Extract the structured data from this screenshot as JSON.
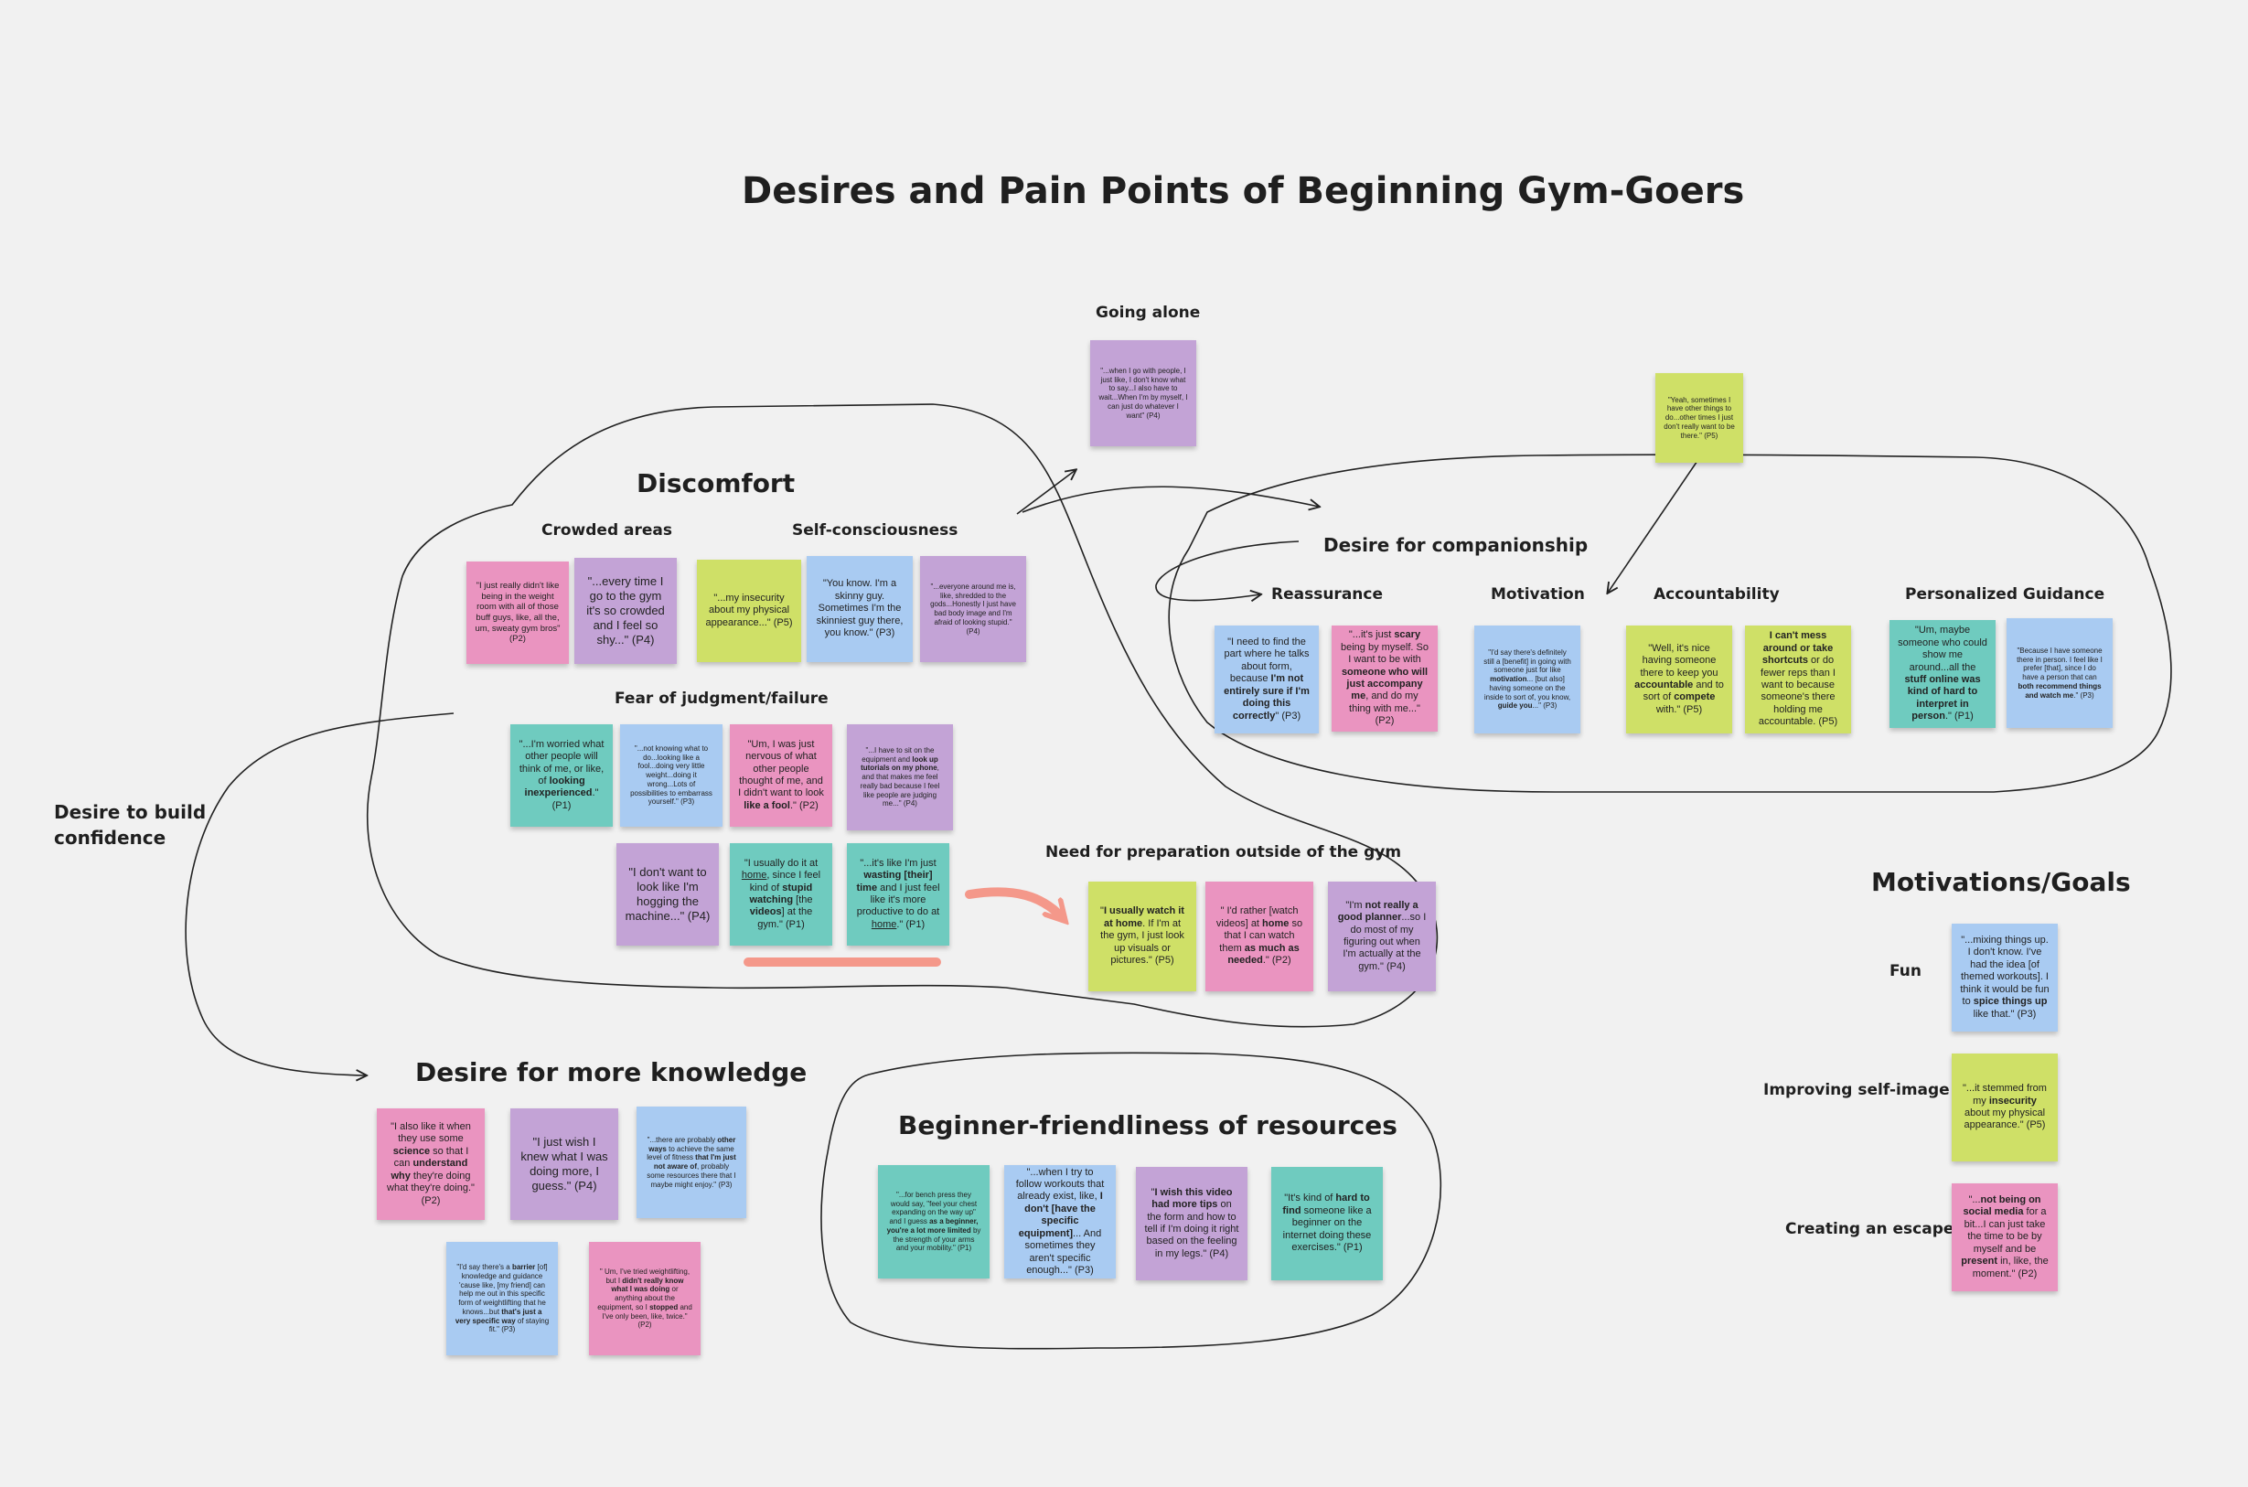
{
  "colors": {
    "pink": "#ea94c0",
    "purple": "#c3a3d6",
    "green": "#cfe067",
    "blue": "#a9cbf2",
    "teal": "#6fcbbf",
    "arrow_salmon": "#f4988a"
  },
  "board": {
    "title": "Desires and Pain Points of Beginning Gym-Goers"
  },
  "groups": {
    "discomfort": "Discomfort",
    "crowded": "Crowded areas",
    "selfconscious": "Self-consciousness",
    "fear": "Fear of judgment/failure",
    "going_alone": "Going alone",
    "companionship": "Desire for companionship",
    "reassurance": "Reassurance",
    "motivation": "Motivation",
    "accountability": "Accountability",
    "guidance": "Personalized Guidance",
    "preparation": "Need for preparation outside of the gym",
    "confidence": "Desire to build confidence",
    "knowledge": "Desire for more knowledge",
    "beginner": "Beginner-friendliness of resources",
    "motivations_goals": "Motivations/Goals",
    "fun": "Fun",
    "self_image": "Improving self-image",
    "escape": "Creating an escape"
  },
  "notes": [
    {
      "id": "crowded-1",
      "html": "\"I just really didn't like being in the weight room with all of those buff guys, like, all the, um, sweaty gym bros\" (P2)"
    },
    {
      "id": "crowded-2",
      "html": "\"...every time I go to the gym it's so crowded and I feel so shy...\" (P4)"
    },
    {
      "id": "self-1",
      "html": "\"...my insecurity about my physical appearance...\" (P5)"
    },
    {
      "id": "self-2",
      "html": "\"You know. I'm a skinny guy. Sometimes I'm the skinniest guy there, you know.\" (P3)"
    },
    {
      "id": "self-3",
      "html": "\"...everyone around me is, like, shredded to the gods...Honestly I just have bad body image and I'm afraid of looking stupid.\" (P4)"
    },
    {
      "id": "fear-1",
      "html": "\"...I'm worried what other people will think of me, or like, of <b>looking inexperienced</b>.\" (P1)"
    },
    {
      "id": "fear-2",
      "html": "\"...not knowing what to do...looking like a fool...doing very little weight...doing it wrong...Lots of possibilities to embarrass yourself.\" (P3)"
    },
    {
      "id": "fear-3",
      "html": "\"Um, I was just nervous of what other people thought of me, and I didn't want to look <b>like a fool</b>.\" (P2)"
    },
    {
      "id": "fear-4",
      "html": "\"...I have to sit on the equipment and <b>look up tutorials on my phone</b>, and that makes me feel really bad because I feel like people are judging me...\" (P4)"
    },
    {
      "id": "fear-5",
      "html": "\"I don't want to look like I'm hogging the machine...\" (P4)"
    },
    {
      "id": "fear-6",
      "html": "\"I usually do it at <u>home</u>, since I feel kind of <b>stupid watching</b> [the <b>videos</b>] at the gym.\" (P1)"
    },
    {
      "id": "fear-7",
      "html": "\"...it's like I'm just <b>wasting [their] time</b> and I just feel like it's more productive to do at <u>home</u>.\" (P1)"
    },
    {
      "id": "alone-1",
      "html": "\"...when I go with people, I just like, I don't know what to say...I also have to wait...When I'm by myself, I can just do whatever I want\" (P4)"
    },
    {
      "id": "comp-top",
      "html": "\"Yeah, sometimes I have other things to do...other times I just don't really want to be there.\" (P5)"
    },
    {
      "id": "reass-1",
      "html": "\"I need to find the part where he talks about form, because <b>I'm not entirely sure if I'm doing this correctly</b>\" (P3)"
    },
    {
      "id": "reass-2",
      "html": "\"...it's just <b>scary</b> being by myself. So I want to be with <b>someone who will just accompany me</b>, and do my thing with me...\" (P2)"
    },
    {
      "id": "motiv-1",
      "html": "\"I'd say there's definitely still a [benefit] in going with someone just for like <b>motivation</b>... [but also] having someone on the inside to sort of, you know, <b>guide you</b>...\" (P3)"
    },
    {
      "id": "acct-1",
      "html": "\"Well, it's nice having someone there to keep you <b>accountable</b> and to sort of <b>compete</b> with.\" (P5)"
    },
    {
      "id": "acct-2",
      "html": "<b>I can't mess around or take shortcuts</b> or do fewer reps than I want to because someone's there holding me accountable. (P5)"
    },
    {
      "id": "guide-1",
      "html": "\"Um, maybe someone who could show me around...all the <b>stuff online was kind of hard to interpret in person</b>.\" (P1)"
    },
    {
      "id": "guide-2",
      "html": "\"Because I have someone there in person. I feel like I prefer [that], since I do have a person that can <b>both recommend things and watch me</b>.\" (P3)"
    },
    {
      "id": "prep-1",
      "html": "\"<b>I usually watch it at home</b>. If I'm at the gym, I just look up visuals or pictures.\" (P5)"
    },
    {
      "id": "prep-2",
      "html": "\" I'd rather [watch videos] at <b>home</b> so that I can watch them <b>as much as needed</b>.\" (P2)"
    },
    {
      "id": "prep-3",
      "html": "\"I'm <b>not really a good planner</b>...so I do most of my figuring out when I'm actually at the gym.\" (P4)"
    },
    {
      "id": "know-1",
      "html": "\"I also like it when they use some <b>science</b> so that I can <b>understand why</b> they're doing what they're doing.\" (P2)"
    },
    {
      "id": "know-2",
      "html": "\"I just wish I knew what I was doing more, I guess.\" (P4)"
    },
    {
      "id": "know-3",
      "html": "\"...there are probably <b>other ways</b> to achieve the same level of fitness <b>that I'm just not aware of</b>, probably some resources there that I maybe might enjoy.\" (P3)"
    },
    {
      "id": "know-4",
      "html": "\"I'd say there's a <b>barrier</b> [of] knowledge and guidance 'cause like, [my friend] can help me out in this specific form of weightlifting that he knows...but <b>that's just a very specific way</b> of staying fit.\" (P3)"
    },
    {
      "id": "know-5",
      "html": "\" Um, I've tried weightlifting, but I <b>didn't really know what I was doing</b> or anything about the equipment, so I <b>stopped</b> and I've only been, like, twice.\" (P2)"
    },
    {
      "id": "beg-1",
      "html": "\"...for bench press they would say, \"feel your chest expanding on the way up\" and I guess <b>as a beginner, you're a lot more limited</b> by the strength of your arms and your mobility.\" (P1)"
    },
    {
      "id": "beg-2",
      "html": "\"...when I try to follow workouts that already exist, like, <b>I don't [have the specific equipment]</b>... And sometimes they aren't specific enough...\" (P3)"
    },
    {
      "id": "beg-3",
      "html": "\"<b>I wish this video had more tips</b> on the form and how to tell if I'm doing it right based on the feeling in my legs.\" (P4)"
    },
    {
      "id": "beg-4",
      "html": "\"It's kind of <b>hard to find</b> someone like a beginner on the internet doing these exercises.\" (P1)"
    },
    {
      "id": "fun-1",
      "html": "\"...mixing things up. I don't know. I've had the idea [of themed workouts]. I think it would be fun to <b>spice things up</b> like that.\" (P3)"
    },
    {
      "id": "img-1",
      "html": "\"...it stemmed from my <b>insecurity</b> about my physical appearance.\" (P5)"
    },
    {
      "id": "esc-1",
      "html": "\"...<b>not being on social media</b> for a bit...I can just take the time to be by myself and be <b>present</b> in, like, the moment.\" (P2)"
    }
  ]
}
